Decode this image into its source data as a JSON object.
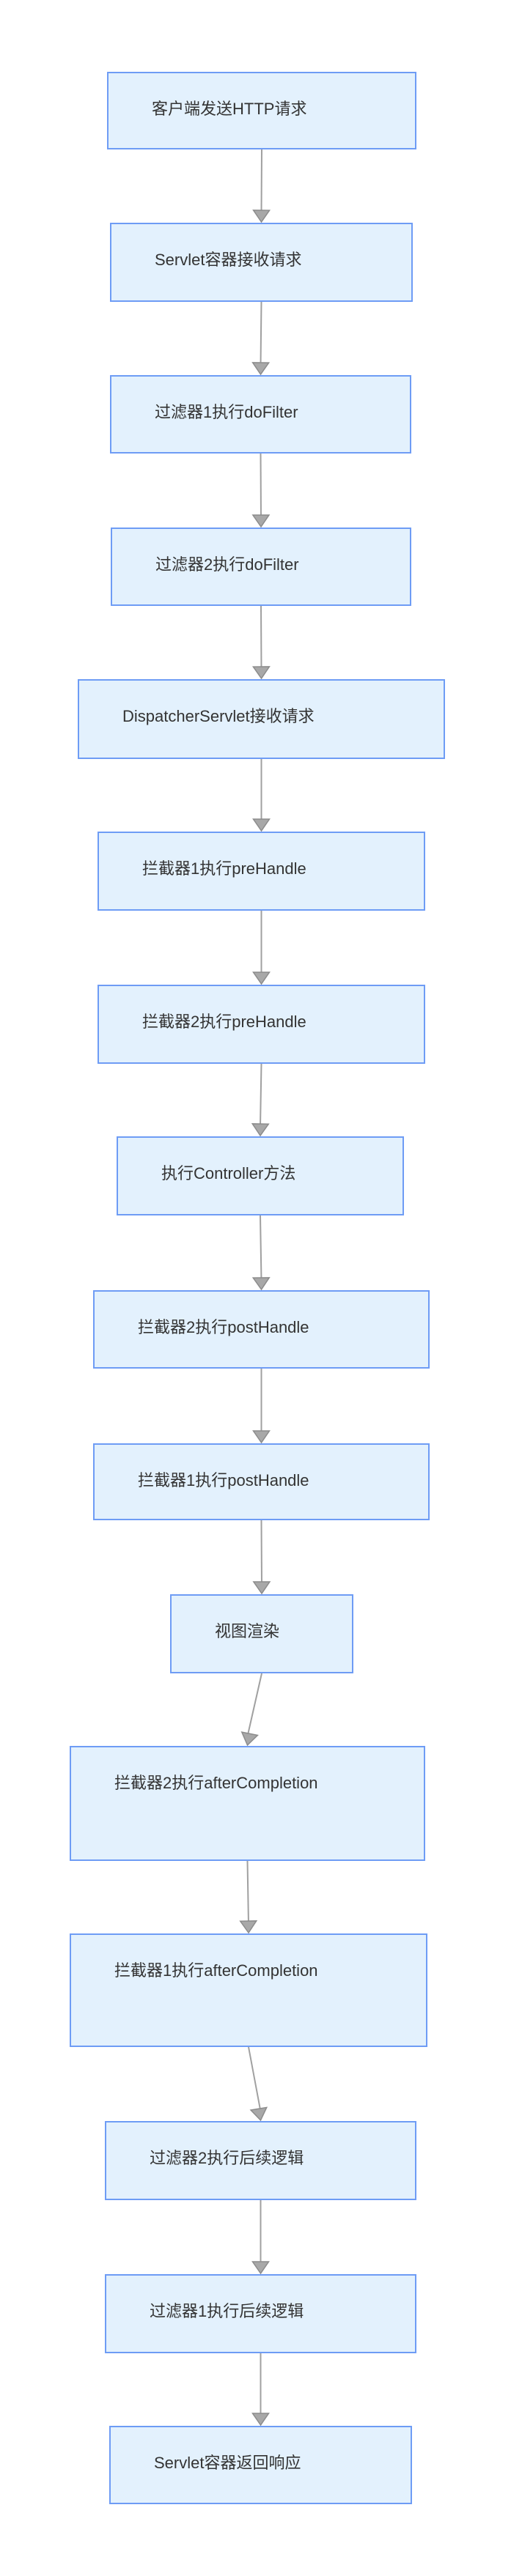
{
  "diagram": {
    "type": "flowchart",
    "direction": "top-down",
    "nodes": [
      {
        "id": "client-send-http-request",
        "label": "客户端发送HTTP请求"
      },
      {
        "id": "servlet-container-receive-request",
        "label": "Servlet容器接收请求"
      },
      {
        "id": "filter1-dofilter",
        "label": "过滤器1执行doFilter"
      },
      {
        "id": "filter2-dofilter",
        "label": "过滤器2执行doFilter"
      },
      {
        "id": "dispatcherservlet-receive-request",
        "label": "DispatcherServlet接收请求"
      },
      {
        "id": "interceptor1-prehandle",
        "label": "拦截器1执行preHandle"
      },
      {
        "id": "interceptor2-prehandle",
        "label": "拦截器2执行preHandle"
      },
      {
        "id": "execute-controller-method",
        "label": "执行Controller方法"
      },
      {
        "id": "interceptor2-posthandle",
        "label": "拦截器2执行postHandle"
      },
      {
        "id": "interceptor1-posthandle",
        "label": "拦截器1执行postHandle"
      },
      {
        "id": "view-render",
        "label": "视图渲染"
      },
      {
        "id": "interceptor2-aftercompletion",
        "label": "拦截器2执行afterCompletion"
      },
      {
        "id": "interceptor1-aftercompletion",
        "label": "拦截器1执行afterCompletion"
      },
      {
        "id": "filter2-post-logic",
        "label": "过滤器2执行后续逻辑"
      },
      {
        "id": "filter1-post-logic",
        "label": "过滤器1执行后续逻辑"
      },
      {
        "id": "servlet-container-return-response",
        "label": "Servlet容器返回响应"
      }
    ],
    "edges": [
      [
        0,
        1
      ],
      [
        1,
        2
      ],
      [
        2,
        3
      ],
      [
        3,
        4
      ],
      [
        4,
        5
      ],
      [
        5,
        6
      ],
      [
        6,
        7
      ],
      [
        7,
        8
      ],
      [
        8,
        9
      ],
      [
        9,
        10
      ],
      [
        10,
        11
      ],
      [
        11,
        12
      ],
      [
        12,
        13
      ],
      [
        13,
        14
      ],
      [
        14,
        15
      ]
    ]
  },
  "colors": {
    "background": "#ffffff",
    "node_fill": "#e3f1fd",
    "node_border": "#6e9cf5",
    "node_text": "#333333",
    "arrow_line": "#a0a0a0",
    "arrow_fill": "#a8a8a8",
    "arrow_outline": "#8c8c8c"
  }
}
